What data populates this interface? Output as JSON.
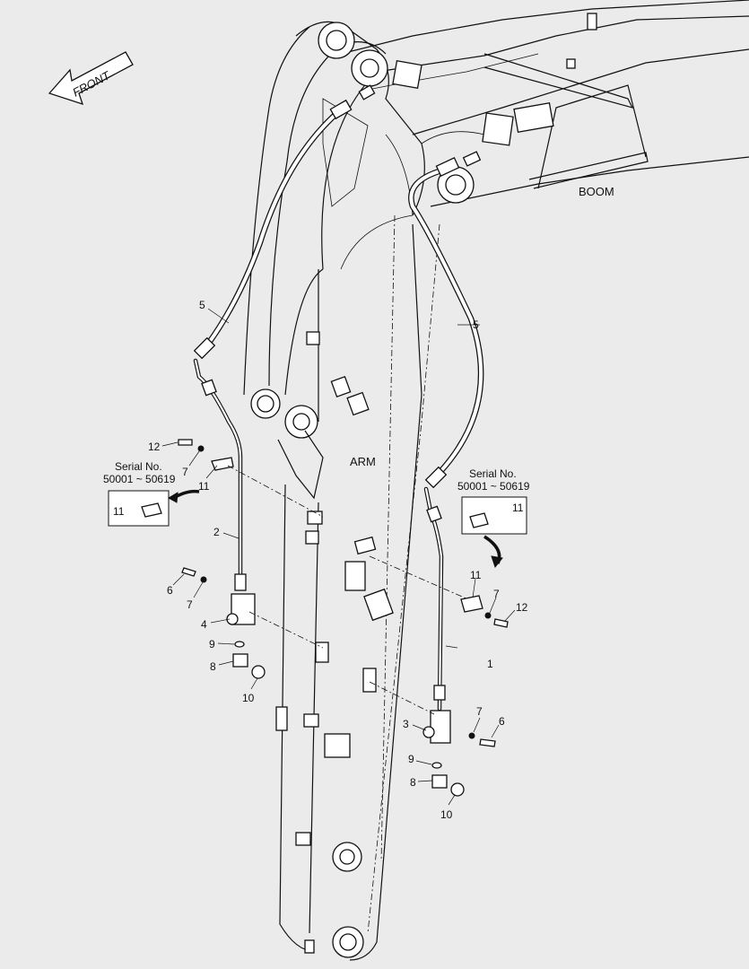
{
  "diagram": {
    "front_label": "FRONT",
    "boom_label": "BOOM",
    "arm_label": "ARM",
    "serial_left": {
      "title": "Serial No.",
      "range": "50001 ~ 50619",
      "part": "11"
    },
    "serial_right": {
      "title": "Serial No.",
      "range": "50001 ~ 50619",
      "part": "11"
    },
    "callouts": {
      "hose_left": "5",
      "hose_right": "5",
      "bolt_left": "12",
      "washer_left": "7",
      "clamp_left": "11",
      "pipe_left": "2",
      "bolt6_left": "6",
      "washer7_left": "7",
      "block_left": "4",
      "oring_left": "9",
      "elbow_left": "8",
      "plug_left": "10",
      "clamp_right": "11",
      "washer_right": "7",
      "bolt_right": "12",
      "pipe_right": "1",
      "washer7_right": "7",
      "bolt6_right": "6",
      "block_right": "3",
      "oring_right": "9",
      "elbow_right": "8",
      "plug_right": "10"
    }
  }
}
